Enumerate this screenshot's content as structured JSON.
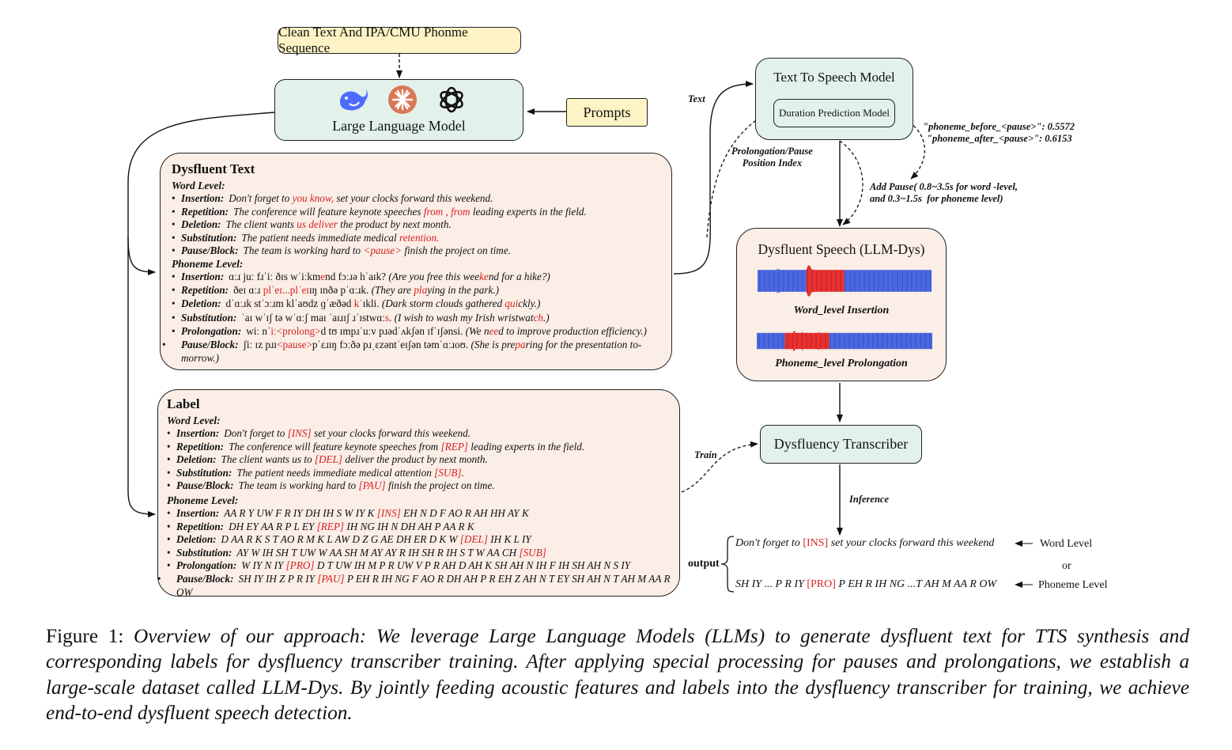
{
  "top_inputs": {
    "clean_text": "Clean Text And IPA/CMU Phonme Sequence",
    "prompts": "Prompts"
  },
  "llm": {
    "label": "Large Language Model",
    "icons": [
      "deepseek-whale-icon",
      "claude-asterisk-icon",
      "openai-knot-icon"
    ]
  },
  "dysfluent_text": {
    "title": "Dysfluent Text",
    "word_level_heading": "Word Level:",
    "word_items": [
      {
        "key": "Insertion:",
        "pre": "Don't forget to ",
        "hl": "you know,",
        "post": " set your clocks forward this weekend."
      },
      {
        "key": "Repetition:",
        "pre": "The conference will feature keynote speeches ",
        "hl": "from , from",
        "post": " leading experts in the field."
      },
      {
        "key": "Deletion:",
        "pre": "The client wants ",
        "hl": "us deliver",
        "post": " the product by next month."
      },
      {
        "key": "Substitution:",
        "pre": "The patient needs immediate medical ",
        "hl": "retention.",
        "post": ""
      },
      {
        "key": "Pause/Block:",
        "pre": "The team is working hard to ",
        "hl": "<pause>",
        "post": "  finish the project on time."
      }
    ],
    "phoneme_level_heading": "Phoneme Level:",
    "phoneme_items": [
      {
        "key": "Insertion:",
        "ipa_pre": "ɑːɹ juː fɹˈiː ðɪs wˈiːkm",
        "ipa_hl": "e",
        "ipa_post": "nd fɔːɹə hˈaɪk?",
        "gloss_pre": "(Are you free this wee",
        "gloss_hl": "ke",
        "gloss_post": "nd for a hike?)"
      },
      {
        "key": "Repetition:",
        "ipa_pre": "ðeɪ ɑːɹ ",
        "ipa_hl": "plˈeɪ...plˈeɪ",
        "ipa_post": "ɪŋ ɪnðə pˈɑːɹk.",
        "gloss_pre": "(They are ",
        "gloss_hl": "pla",
        "gloss_post": "ying in the park.)"
      },
      {
        "key": "Deletion:",
        "ipa_pre": "dˈɑːɹk stˈɔːɹm klˈaʊdz ɡˈæðəd ",
        "ipa_hl": "kˈ",
        "ipa_post": "ɪkli.",
        "gloss_pre": "(Dark storm clouds gathered ",
        "gloss_hl": "qui",
        "gloss_post": "ckly.)"
      },
      {
        "key": "Substitution:",
        "ipa_pre": "ˈaɪ wˈɪʃ tə wˈɑːʃ maɪ ˈaɪɹɪʃ ɹˈɪstwɑː",
        "ipa_hl": "s",
        "ipa_post": ".",
        "gloss_pre": "(I wish to wash my Irish wristwat",
        "gloss_hl": "ch",
        "gloss_post": ".)"
      },
      {
        "key": "Prolongation:",
        "ipa_pre": "wiː nˈ",
        "ipa_hl": "iː<prolong>",
        "ipa_post": "d tʊ ɪmpɹˈuːv pɹədˈʌkʃən ɪfˈɪʃənsi.",
        "gloss_pre": "(We n",
        "gloss_hl": "ee",
        "gloss_post": "d to improve production efficiency.)"
      },
      {
        "key": "Pause/Block:",
        "ipa_pre": "ʃiː ɪz pɹɪ",
        "ipa_hl": "<pause>",
        "ipa_post": "pˈɛɹɪŋ fɔːðə pɹˌɛzəntˈeɪʃən təmˈɑːɹoʊ.",
        "gloss_pre": "(She is pre",
        "gloss_hl": "pa",
        "gloss_post": "ring for the presentation to-morrow.)"
      }
    ]
  },
  "label_panel": {
    "title": "Label",
    "word_level_heading": "Word Level:",
    "word_items": [
      {
        "key": "Insertion:",
        "pre": "Don't forget to ",
        "hl": "[INS]",
        "post": " set your clocks forward this weekend."
      },
      {
        "key": "Repetition:",
        "pre": "The conference will feature keynote speeches from ",
        "hl": "[REP]",
        "post": " leading experts in the field."
      },
      {
        "key": "Deletion:",
        "pre": "The client wants us to ",
        "hl": "[DEL]",
        "post": " deliver the product by next month."
      },
      {
        "key": "Substitution:",
        "pre": "The patient needs immediate medical attention ",
        "hl": "[SUB]",
        "post": "."
      },
      {
        "key": "Pause/Block:",
        "pre": "The team is working hard to ",
        "hl": "[PAU]",
        "post": " finish the project on time."
      }
    ],
    "phoneme_level_heading": "Phoneme Level:",
    "phoneme_items": [
      {
        "key": "Insertion:",
        "pre": "AA R Y UW F R IY DH IH S W IY K ",
        "hl": "[INS]",
        "post": " EH N D F AO R AH HH AY K"
      },
      {
        "key": "Repetition:",
        "pre": "DH EY AA R P L EY ",
        "hl": "[REP]",
        "post": " IH NG IH N DH AH P AA R K"
      },
      {
        "key": "Deletion:",
        "pre": "D AA R K S T AO R M K L AW D Z G AE DH ER D K W ",
        "hl": "[DEL]",
        "post": " IH K L IY"
      },
      {
        "key": "Substitution:",
        "pre": "AY W IH SH T UW W AA SH M AY AY R IH SH R IH S T W AA CH ",
        "hl": "[SUB]",
        "post": ""
      },
      {
        "key": "Prolongation:",
        "pre": "W IY N IY ",
        "hl": "[PRO]",
        "post": " D T UW IH M P R UW V P R AH D AH K SH AH N IH F IH SH AH N S IY"
      },
      {
        "key": "Pause/Block:",
        "pre": "SH IY IH Z P R IY ",
        "hl": "[PAU]",
        "post": " P EH R IH NG F AO R DH AH P R EH Z AH N T EY SH AH N T AH M AA R OW"
      }
    ]
  },
  "tts": {
    "title": "Text To Speech Model",
    "inner": "Duration Prediction Model"
  },
  "annotations": {
    "text_edge": "Text",
    "prolong_pause": "Prolongation/Pause\nPosition Index",
    "phoneme_before": "\"phoneme_before_<pause>\": 0.5572",
    "phoneme_after": "\"phoneme_after_<pause>\": 0.6153",
    "add_pause": "Add Pause( 0.8~3.5s for word -level,\nand 0.3~1.5s  for phoneme level)",
    "train": "Train",
    "inference": "Inference",
    "output": "output",
    "or": "or"
  },
  "dysfluent_speech": {
    "title": "Dysfluent Speech (LLM-Dys)",
    "wave1_caption": "Word_level Insertion",
    "wave2_caption": "Phoneme_level Prolongation",
    "wave_color": "#3b5bdb",
    "highlight_color": "#e02020"
  },
  "transcriber": {
    "label": "Dysfluency Transcriber"
  },
  "outputs": {
    "word": {
      "pre": "Don't forget to ",
      "hl": "[INS]",
      "post": " set your clocks forward this weekend",
      "level": "Word Level"
    },
    "phoneme": {
      "pre": "SH IY ... P R IY ",
      "hl": "[PRO]",
      "post": " P EH R IH NG ...T AH M AA R OW",
      "level": "Phoneme Level"
    }
  },
  "colors": {
    "yellow": "#fdf3c4",
    "green": "#e2f2ea",
    "pink": "#fbeee7",
    "red": "#d42222"
  },
  "caption": {
    "label": "Figure 1:",
    "text": "Overview of our approach: We leverage Large Language Models (LLMs) to generate dysfluent text for TTS synthesis and corresponding labels for dysfluency transcriber training. After applying special processing for pauses and prolongations, we establish a large-scale dataset called LLM-Dys. By jointly feeding acoustic features and labels into the dysfluency transcriber for training, we achieve end-to-end dysfluent speech detection."
  }
}
